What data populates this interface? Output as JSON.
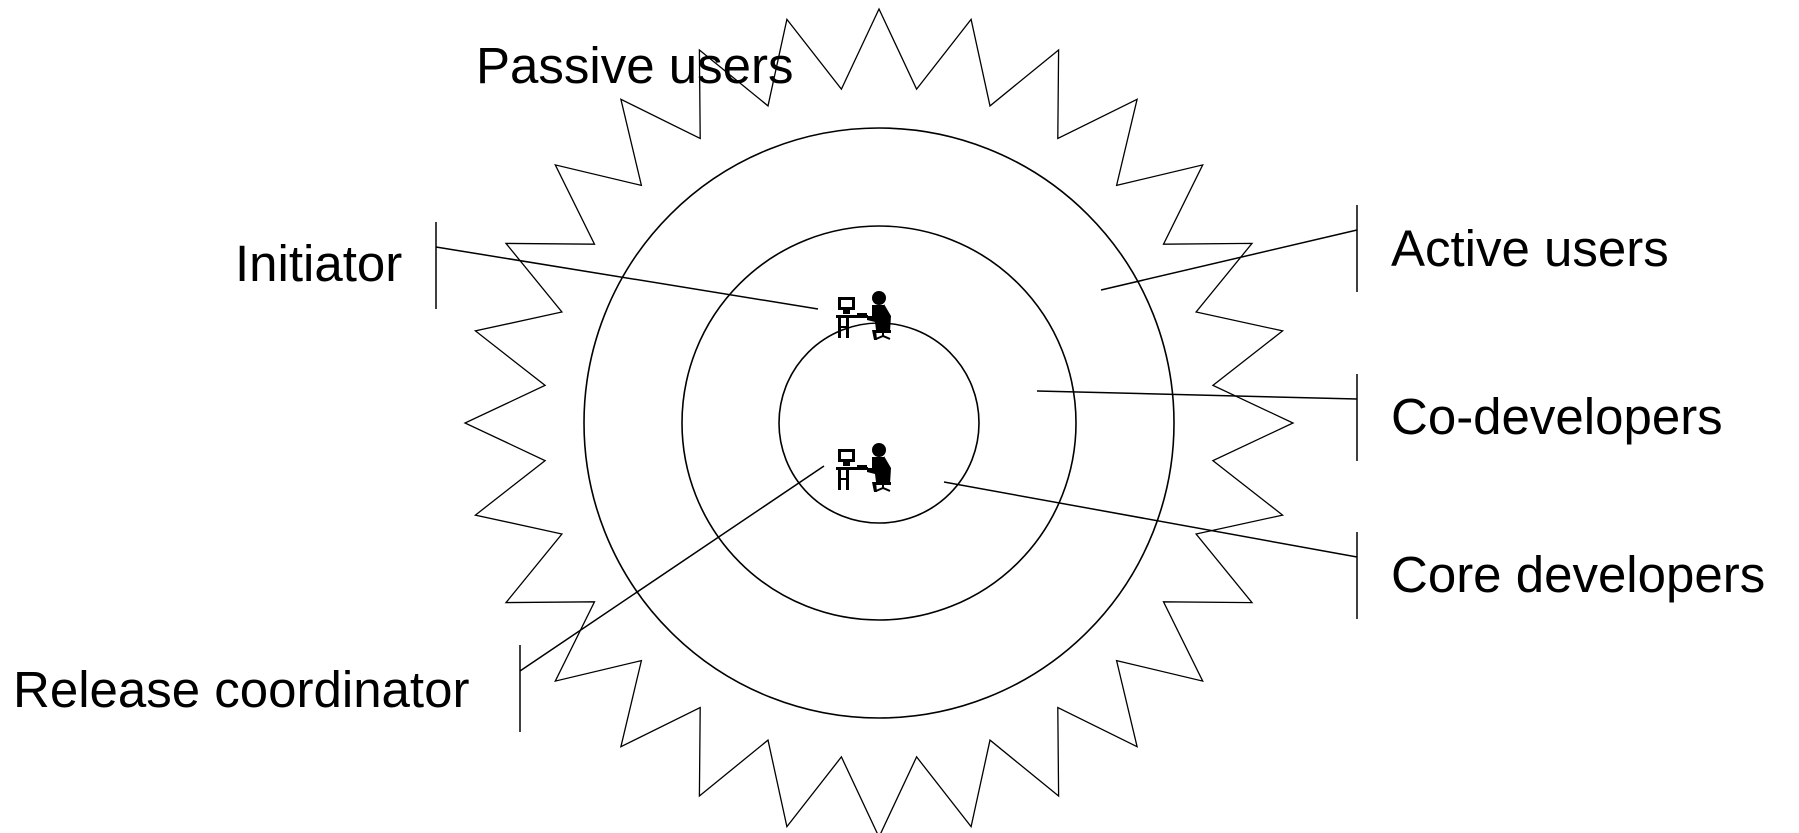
{
  "labels": {
    "passive_users": "Passive users",
    "initiator": "Initiator",
    "active_users": "Active users",
    "co_developers": "Co-developers",
    "core_developers": "Core developers",
    "release_coordinator": "Release coordinator"
  },
  "icons": {
    "top_person": "person-at-computer-icon",
    "bottom_person": "person-at-computer-icon"
  }
}
